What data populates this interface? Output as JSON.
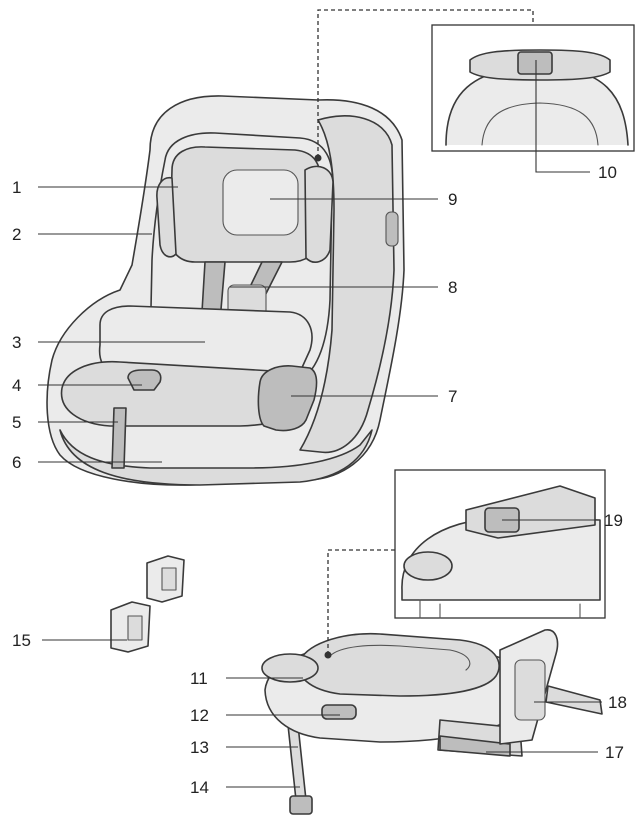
{
  "callouts": [
    {
      "id": "c1",
      "number": "1"
    },
    {
      "id": "c2",
      "number": "2"
    },
    {
      "id": "c3",
      "number": "3"
    },
    {
      "id": "c4",
      "number": "4"
    },
    {
      "id": "c5",
      "number": "5"
    },
    {
      "id": "c6",
      "number": "6"
    },
    {
      "id": "c7",
      "number": "7"
    },
    {
      "id": "c8",
      "number": "8"
    },
    {
      "id": "c9",
      "number": "9"
    },
    {
      "id": "c10",
      "number": "10"
    },
    {
      "id": "c11",
      "number": "11"
    },
    {
      "id": "c12",
      "number": "12"
    },
    {
      "id": "c13",
      "number": "13"
    },
    {
      "id": "c14",
      "number": "14"
    },
    {
      "id": "c15",
      "number": "15"
    },
    {
      "id": "c17",
      "number": "17"
    },
    {
      "id": "c18",
      "number": "18"
    },
    {
      "id": "c19",
      "number": "19"
    }
  ]
}
